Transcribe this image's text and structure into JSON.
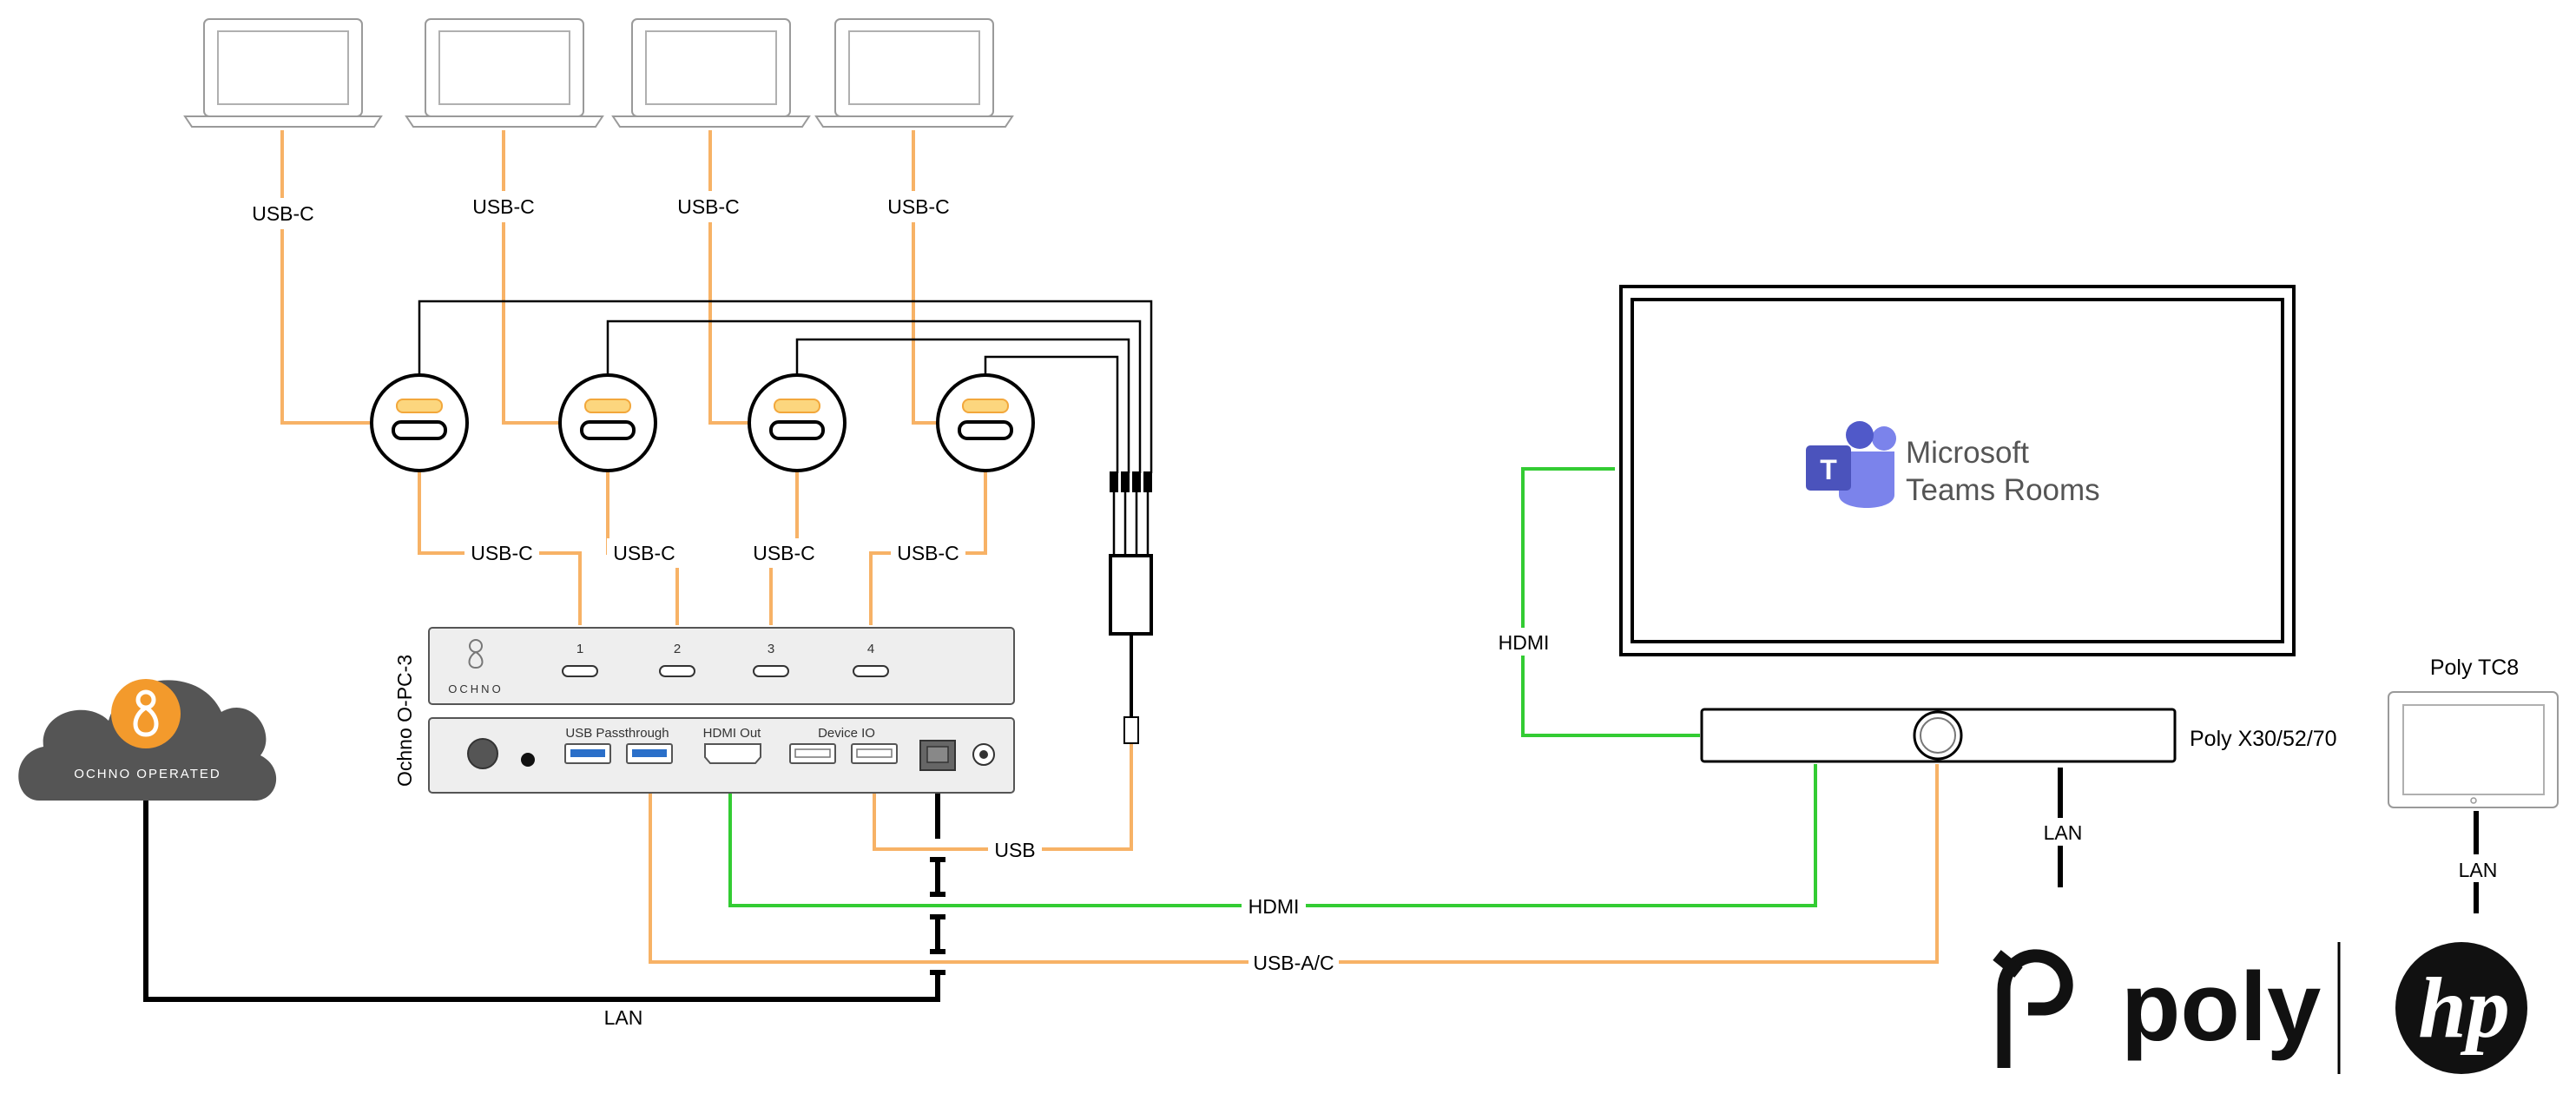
{
  "colors": {
    "usb_c": "#f7b266",
    "hdmi": "#33cc33",
    "lan": "#000000",
    "device_fill": "#eeeeee",
    "cloud": "#555555",
    "ochno_orange": "#f39a2c",
    "teams_purple": "#5059c9",
    "usb_blue": "#2a6fc9"
  },
  "laptops": [
    {
      "cable_label": "USB-C"
    },
    {
      "cable_label": "USB-C"
    },
    {
      "cable_label": "USB-C"
    },
    {
      "cable_label": "USB-C"
    }
  ],
  "connectors": [
    {
      "cable_label": "USB-C",
      "port": "1"
    },
    {
      "cable_label": "USB-C",
      "port": "2"
    },
    {
      "cable_label": "USB-C",
      "port": "3"
    },
    {
      "cable_label": "USB-C",
      "port": "4"
    }
  ],
  "controller": {
    "model_label": "Ochno O-PC-3",
    "brand": "OCHNO",
    "usb_passthrough_label": "USB Passthrough",
    "hdmi_out_label": "HDMI Out",
    "device_io_label": "Device IO"
  },
  "cloud": {
    "label": "OCHNO OPERATED"
  },
  "display": {
    "app_line1": "Microsoft",
    "app_line2": "Teams Rooms"
  },
  "soundbar": {
    "label": "Poly X30/52/70"
  },
  "touch_panel": {
    "label": "Poly TC8"
  },
  "cables": {
    "usb": "USB",
    "hdmi_main": "HDMI",
    "hdmi_display": "HDMI",
    "usb_ac": "USB-A/C",
    "lan_main": "LAN",
    "lan_soundbar": "LAN",
    "lan_tc8": "LAN"
  },
  "logos": {
    "poly": "poly",
    "hp": "hp"
  }
}
